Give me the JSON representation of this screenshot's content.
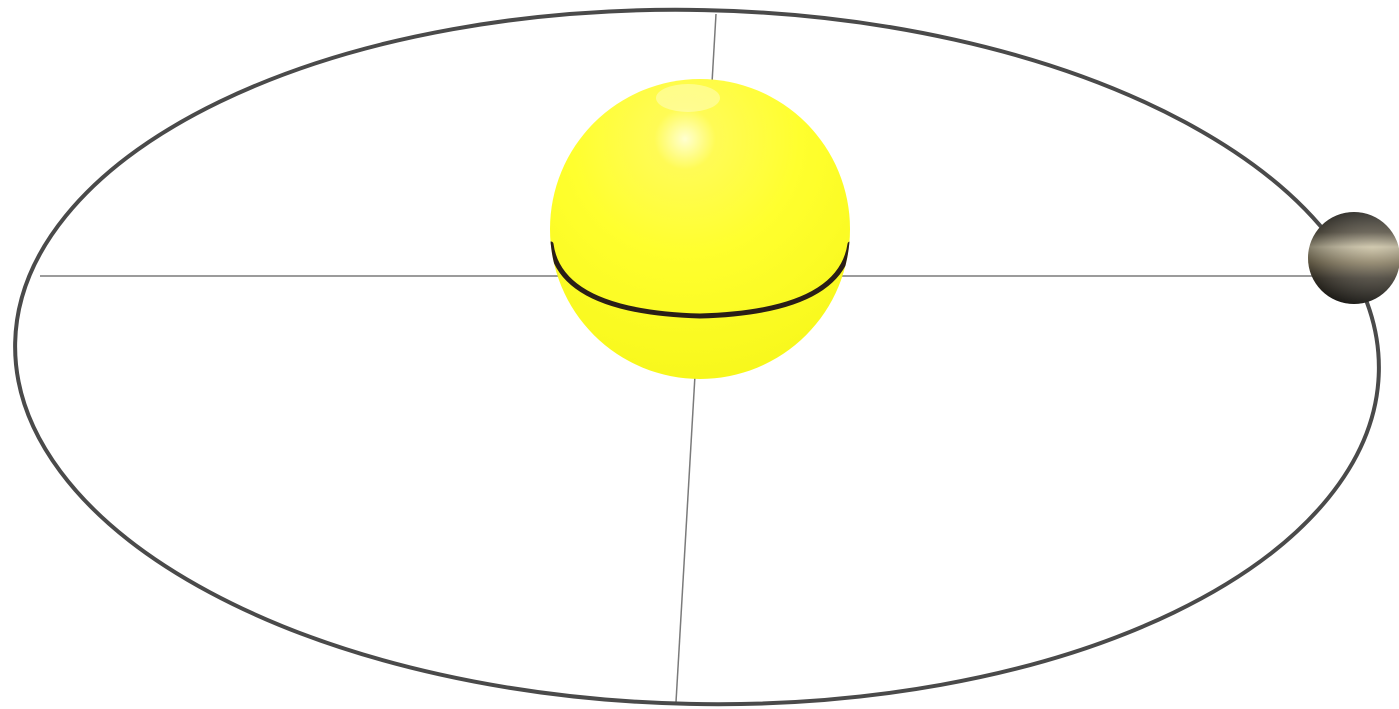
{
  "diagram": {
    "colors": {
      "background": "#ffffff",
      "orbit": "#4a4a4a",
      "axes": "#7a7a7a",
      "sun": "#ffff2e",
      "sun_equator": "#2a1e17",
      "planet_dark": "#3b372f",
      "planet_band": "#c9c0a2"
    },
    "elements": [
      "orbit-ellipse",
      "horizontal-axis",
      "vertical-axis",
      "sun",
      "planet"
    ]
  }
}
